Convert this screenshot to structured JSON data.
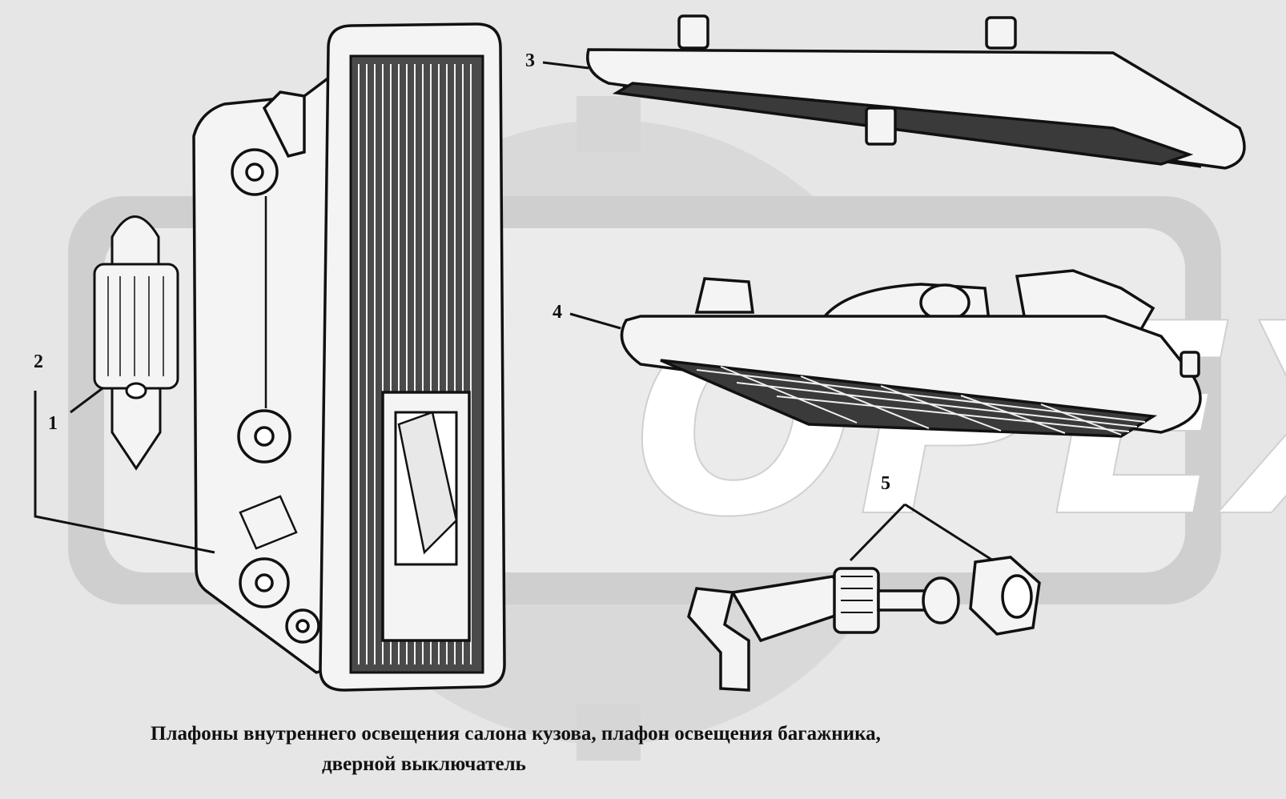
{
  "watermark": {
    "text": "OPEX",
    "color": "#ffffff",
    "gear_color": "#d3d3d3"
  },
  "colors": {
    "background": "#e6e6e6",
    "ink": "#111111",
    "part_fill": "#f4f4f4"
  },
  "callouts": [
    "1",
    "2",
    "3",
    "4",
    "5"
  ],
  "caption": {
    "line1": "Плафоны внутреннего освещения салона кузова, плафон освещения багажника,",
    "line2": "дверной выключатель"
  }
}
